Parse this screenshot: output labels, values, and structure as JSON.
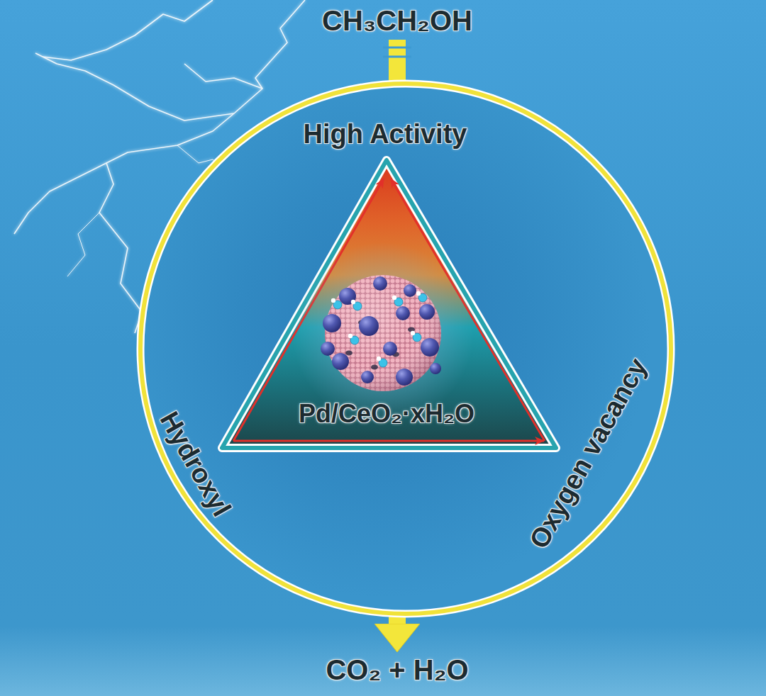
{
  "diagram": {
    "nodes": [
      {
        "text": [
          "CH₃CH₂OH"
        ]
      },
      {
        "text": [
          "High Activity",
          "Hydroxyl",
          "Oxygen vacancy"
        ]
      },
      {
        "text": [
          "Pd/CeO₂·xH₂O"
        ],
        "in": 1
      },
      {
        "text": [
          "CO₂ + H₂O"
        ]
      }
    ],
    "edges": [
      {
        "from": 0,
        "to": 3,
        "arrow": "to"
      }
    ]
  }
}
